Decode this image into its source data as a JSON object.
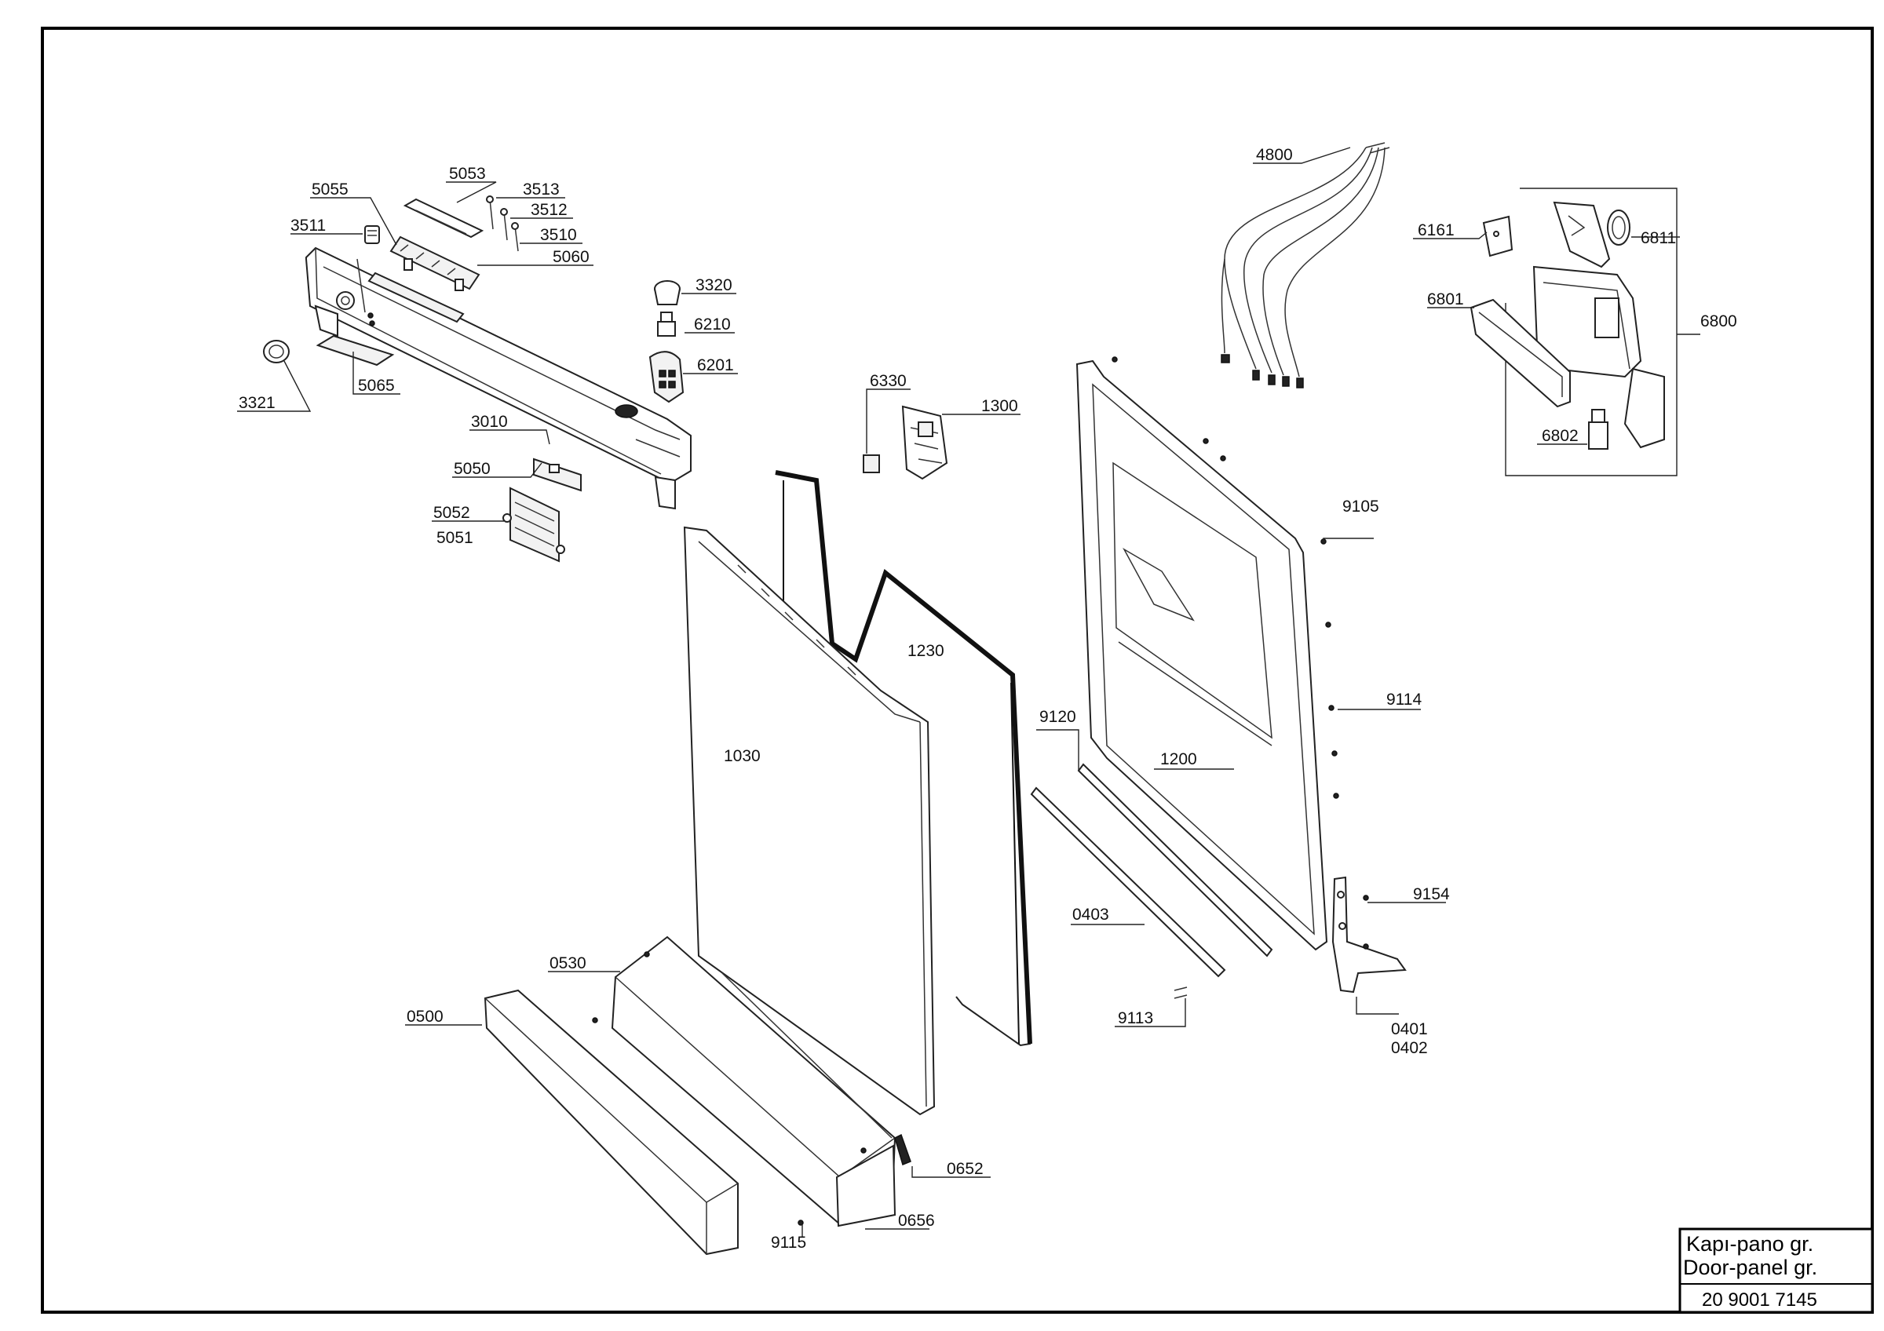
{
  "title_block": {
    "line1": "Kapı-pano gr.",
    "line2": "Door-panel gr.",
    "code": "20 9001 7145"
  },
  "callouts": [
    {
      "id": "5053",
      "text": "5053"
    },
    {
      "id": "5055",
      "text": "5055"
    },
    {
      "id": "3513",
      "text": "3513"
    },
    {
      "id": "3512",
      "text": "3512"
    },
    {
      "id": "3511",
      "text": "3511"
    },
    {
      "id": "3510",
      "text": "3510"
    },
    {
      "id": "5060",
      "text": "5060"
    },
    {
      "id": "3320",
      "text": "3320"
    },
    {
      "id": "6210",
      "text": "6210"
    },
    {
      "id": "6201",
      "text": "6201"
    },
    {
      "id": "5065",
      "text": "5065"
    },
    {
      "id": "3321",
      "text": "3321"
    },
    {
      "id": "3010",
      "text": "3010"
    },
    {
      "id": "5050",
      "text": "5050"
    },
    {
      "id": "5052",
      "text": "5052"
    },
    {
      "id": "5051",
      "text": "5051"
    },
    {
      "id": "6330",
      "text": "6330"
    },
    {
      "id": "1300",
      "text": "1300"
    },
    {
      "id": "4800",
      "text": "4800"
    },
    {
      "id": "6161",
      "text": "6161"
    },
    {
      "id": "6811",
      "text": "6811"
    },
    {
      "id": "6801",
      "text": "6801"
    },
    {
      "id": "6800",
      "text": "6800"
    },
    {
      "id": "6802",
      "text": "6802"
    },
    {
      "id": "9105",
      "text": "9105"
    },
    {
      "id": "1230",
      "text": "1230"
    },
    {
      "id": "1030",
      "text": "1030"
    },
    {
      "id": "9120",
      "text": "9120"
    },
    {
      "id": "1200",
      "text": "1200"
    },
    {
      "id": "9114",
      "text": "9114"
    },
    {
      "id": "9154",
      "text": "9154"
    },
    {
      "id": "0403",
      "text": "0403"
    },
    {
      "id": "0530",
      "text": "0530"
    },
    {
      "id": "0500",
      "text": "0500"
    },
    {
      "id": "9113",
      "text": "9113"
    },
    {
      "id": "0401",
      "text": "0401"
    },
    {
      "id": "0402",
      "text": "0402"
    },
    {
      "id": "0652",
      "text": "0652"
    },
    {
      "id": "0656",
      "text": "0656"
    },
    {
      "id": "9115",
      "text": "9115"
    }
  ]
}
